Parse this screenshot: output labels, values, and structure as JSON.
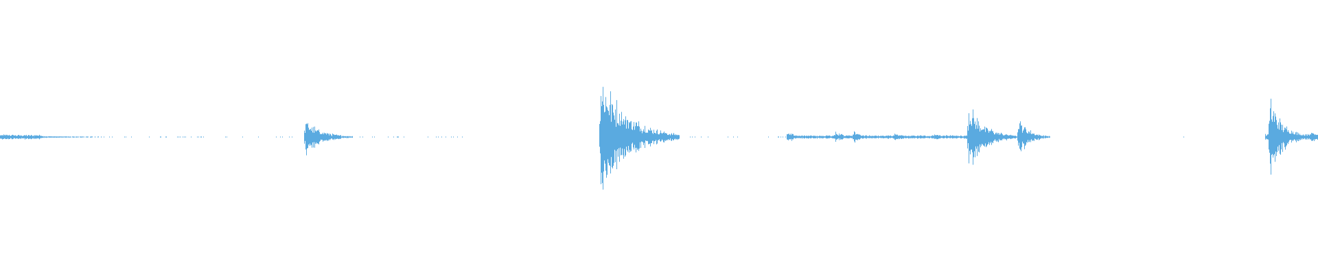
{
  "waveform": {
    "color": "#5aaae0",
    "baseline_color": "#5aaae0",
    "events": [
      {
        "t": 0.0,
        "amp": 0.04,
        "decay": 0.03
      },
      {
        "t": 0.232,
        "amp": 0.28,
        "decay": 0.012
      },
      {
        "t": 0.456,
        "amp": 0.98,
        "decay": 0.02
      },
      {
        "t": 0.598,
        "amp": 0.11,
        "decay": 0.004
      },
      {
        "t": 0.634,
        "amp": 0.08,
        "decay": 0.01
      },
      {
        "t": 0.648,
        "amp": 0.09,
        "decay": 0.006
      },
      {
        "t": 0.679,
        "amp": 0.06,
        "decay": 0.008
      },
      {
        "t": 0.709,
        "amp": 0.05,
        "decay": 0.008
      },
      {
        "t": 0.735,
        "amp": 0.52,
        "decay": 0.012
      },
      {
        "t": 0.752,
        "amp": 0.07,
        "decay": 0.006
      },
      {
        "t": 0.773,
        "amp": 0.3,
        "decay": 0.008
      },
      {
        "t": 0.964,
        "amp": 0.58,
        "decay": 0.01
      },
      {
        "t": 0.995,
        "amp": 0.1,
        "decay": 0.008
      }
    ],
    "continuous_segments": [
      {
        "start": 0.0,
        "end": 0.032,
        "amp": 0.035
      },
      {
        "start": 0.598,
        "end": 0.742,
        "amp": 0.025
      },
      {
        "start": 0.75,
        "end": 0.781,
        "amp": 0.02
      },
      {
        "start": 0.96,
        "end": 1.0,
        "amp": 0.045
      }
    ],
    "sparse_segments": [
      {
        "start": 0.032,
        "end": 0.352,
        "density": 0.12
      },
      {
        "start": 0.456,
        "end": 0.56,
        "density": 0.15
      },
      {
        "start": 0.57,
        "end": 0.598,
        "density": 0.1
      },
      {
        "start": 0.781,
        "end": 0.795,
        "density": 0.2
      },
      {
        "start": 0.898,
        "end": 0.9,
        "density": 0.5
      }
    ]
  }
}
